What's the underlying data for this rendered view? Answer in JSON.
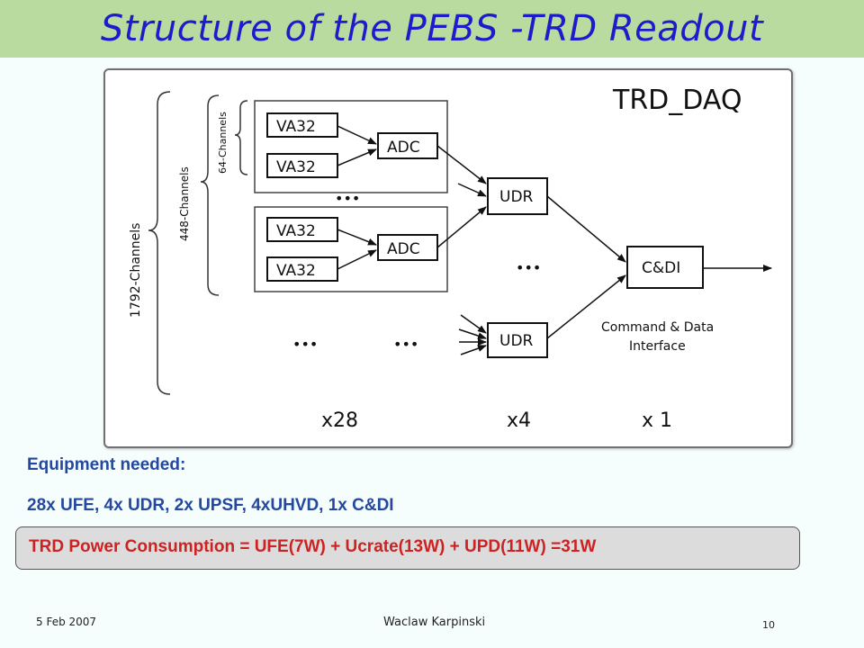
{
  "header": {
    "title": "Structure of the PEBS -TRD Readout"
  },
  "diagram": {
    "title": "TRD_DAQ",
    "va32_label": "VA32",
    "adc_label": "ADC",
    "udr_label": "UDR",
    "cdi_label": "C&DI",
    "cdi_caption_line1": "Command & Data",
    "cdi_caption_line2": "Interface",
    "brace_1792": "1792-Channels",
    "brace_448": "448-Channels",
    "brace_64": "64-Channels",
    "ellipsis": "•••",
    "mult_x28": "x28",
    "mult_x4": "x4",
    "mult_x1": "x 1"
  },
  "equipment": {
    "title": "Equipment needed:",
    "list": "28x UFE, 4x UDR, 2x UPSF, 4xUHVD, 1x C&DI"
  },
  "power": {
    "text": "TRD Power Consumption  = UFE(7W) + Ucrate(13W) + UPD(11W) =31W"
  },
  "footer": {
    "date": "5 Feb 2007",
    "author": "Waclaw Karpinski",
    "page": "10"
  }
}
